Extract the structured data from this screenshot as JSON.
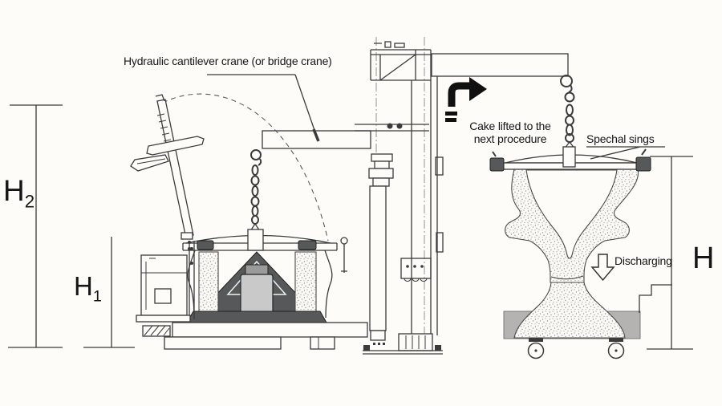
{
  "diagram": {
    "crane_label": "Hydraulic cantilever crane (or bridge crane)",
    "cake_lifted_line1": "Cake lifted to the",
    "cake_lifted_line2": "next procedure",
    "slings_label": "Spechal sings",
    "discharging_label": "Discharging"
  },
  "dimensions": {
    "h2_base": "H",
    "h2_sub": "2",
    "h1_base": "H",
    "h1_sub": "1",
    "h_base": "H"
  },
  "icons": {
    "bent_arrow": "cake-transfer-direction-arrow",
    "down_arrow": "discharging-direction-arrow"
  },
  "colors": {
    "bg": "#fdfcf9",
    "line": "#3b3b3b",
    "text": "#161616",
    "dark": "#57585a",
    "mid": "#c9c9c9",
    "cart": "#b4b3b1",
    "stipple": "#969696"
  }
}
